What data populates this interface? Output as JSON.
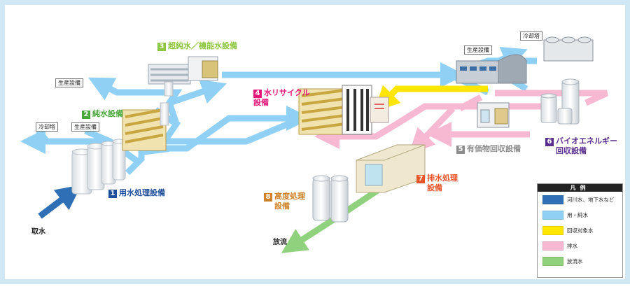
{
  "colors": {
    "raw_water": "#2f6fb5",
    "pure_water": "#8fd0f4",
    "recovery": "#ffe600",
    "wastewater": "#f7b8d2",
    "discharge": "#8fd17c",
    "n1": "#1e4e99",
    "n2": "#49a83a",
    "n3": "#8cc63f",
    "n4": "#e5177b",
    "n5": "#8c8c8c",
    "n6": "#5a2d8c",
    "n7": "#e8552b",
    "n8": "#d0822a"
  },
  "facilities": {
    "f1": {
      "num": "1",
      "name": "用水処理設備"
    },
    "f2": {
      "num": "2",
      "name": "純水設備"
    },
    "f3": {
      "num": "3",
      "name": "超純水／機能水設備"
    },
    "f4": {
      "num": "4",
      "name_l1": "水リサイクル",
      "name_l2": "設備"
    },
    "f5": {
      "num": "5",
      "name": "有価物回収設備"
    },
    "f6": {
      "num": "6",
      "name_l1": "バイオエネルギー",
      "name_l2": "回収設備"
    },
    "f7": {
      "num": "7",
      "name_l1": "排水処理",
      "name_l2": "設備"
    },
    "f8": {
      "num": "8",
      "name_l1": "高度処理",
      "name_l2": "設備"
    }
  },
  "tags": {
    "production_1": "生産設備",
    "production_2": "生産設備",
    "production_3": "生産設備",
    "cooling_1": "冷却塔",
    "cooling_2": "冷却塔"
  },
  "labels": {
    "intake": "取水",
    "discharge": "放流"
  },
  "legend": {
    "title": "凡例",
    "items": [
      {
        "label": "河川水、地下水など",
        "color": "#2f6fb5"
      },
      {
        "label": "用・純水",
        "color": "#8fd0f4"
      },
      {
        "label": "回収対象水",
        "color": "#ffe600"
      },
      {
        "label": "排水",
        "color": "#f7b8d2"
      },
      {
        "label": "放流水",
        "color": "#8fd17c"
      }
    ]
  }
}
